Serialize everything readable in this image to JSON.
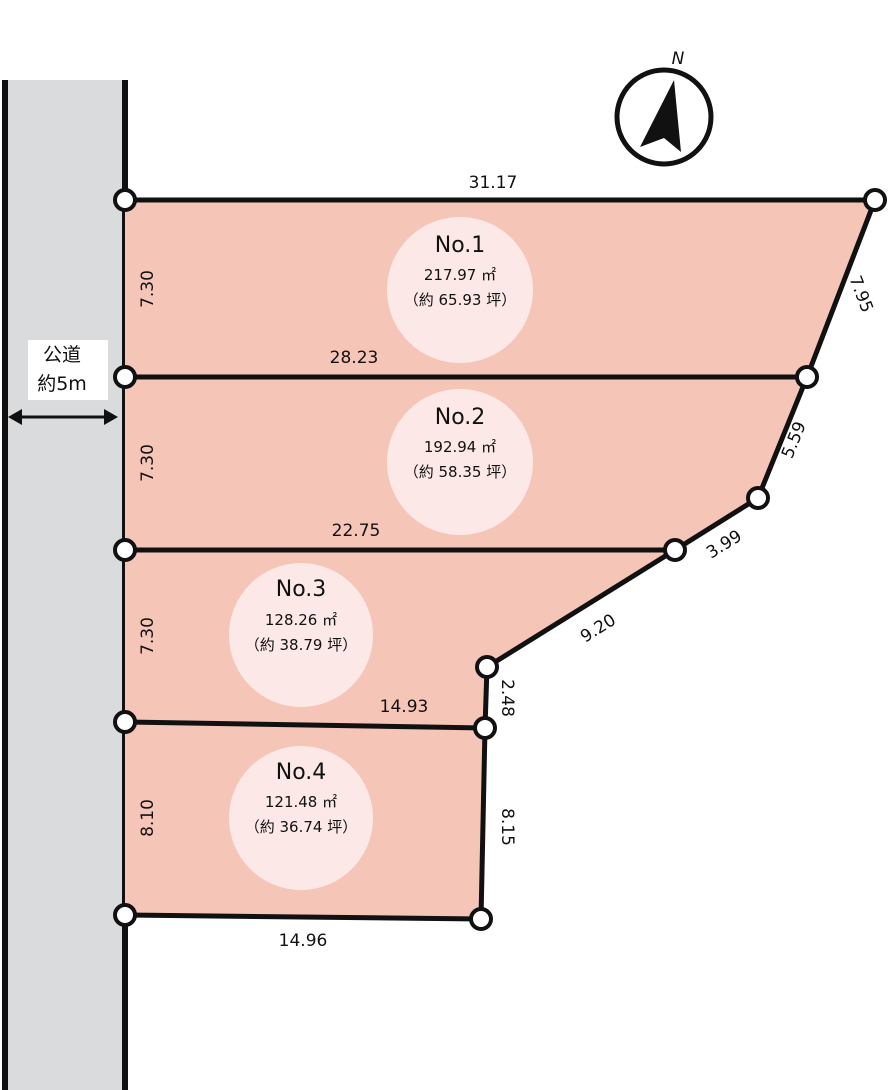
{
  "road": {
    "label_line1": "公道",
    "label_line2": "約5m"
  },
  "compass": {
    "label": "N"
  },
  "lots": [
    {
      "title": "No.1",
      "area": "217.97 ㎡",
      "tsubo": "（約 65.93 坪）"
    },
    {
      "title": "No.2",
      "area": "192.94 ㎡",
      "tsubo": "（約 58.35 坪）"
    },
    {
      "title": "No.3",
      "area": "128.26 ㎡",
      "tsubo": "（約 38.79 坪）"
    },
    {
      "title": "No.4",
      "area": "121.48 ㎡",
      "tsubo": "（約 36.74 坪）"
    }
  ],
  "dimensions": {
    "top": "31.17",
    "line_1_2": "28.23",
    "line_2_3": "22.75",
    "line_3_4": "14.93",
    "bottom": "14.96",
    "left_1": "7.30",
    "left_2": "7.30",
    "left_3": "7.30",
    "left_4": "8.10",
    "edge_795": "7.95",
    "edge_559": "5.59",
    "edge_399": "3.99",
    "edge_920": "9.20",
    "edge_248": "2.48",
    "edge_815": "8.15"
  },
  "colors": {
    "lot_fill": "#f5c5b8",
    "label_circle": "#fce9e7",
    "road_fill": "#d9dbdc",
    "line": "#111111"
  }
}
